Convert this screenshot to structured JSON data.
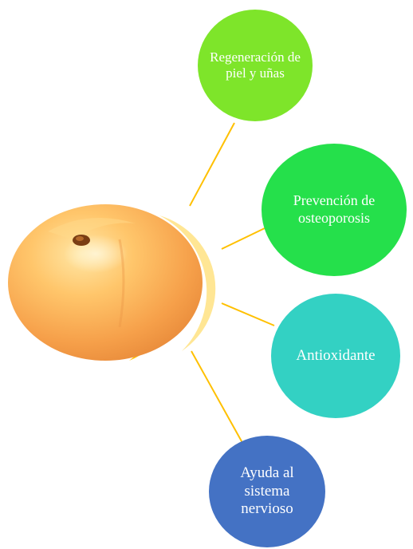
{
  "diagram": {
    "center": {
      "image": "peach-fruit",
      "arc_color": "#ffc000"
    },
    "connector_color": "#ffc000",
    "nodes": [
      {
        "label": "Regeneración de piel y uñas",
        "color": "#7ee52a"
      },
      {
        "label": "Prevención de osteoporosis",
        "color": "#25e04b"
      },
      {
        "label": "Antioxidante",
        "color": "#33d1c3"
      },
      {
        "label": "Ayuda al sistema nervioso",
        "color": "#4472c4"
      }
    ]
  }
}
